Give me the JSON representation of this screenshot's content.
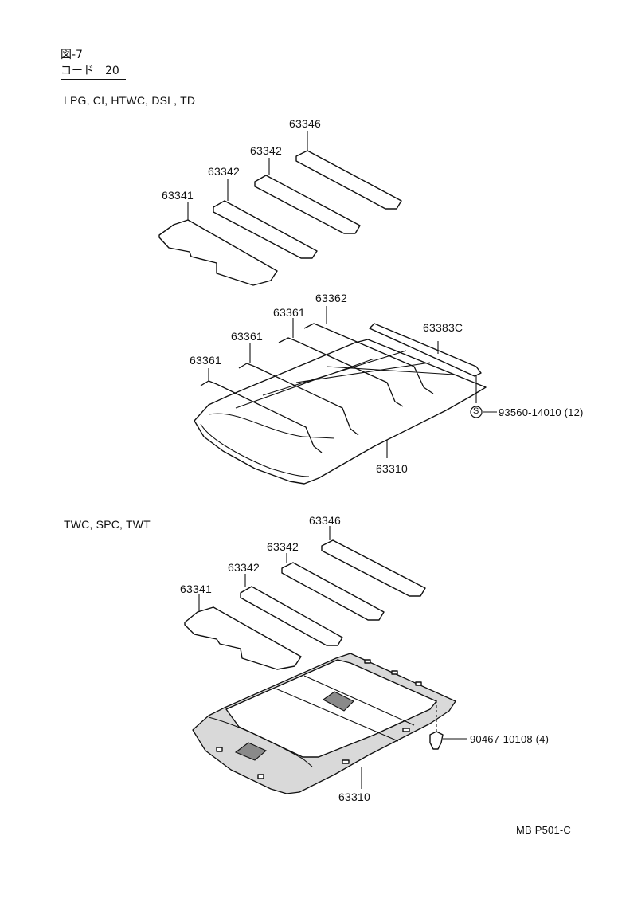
{
  "header": {
    "figure": "図-7",
    "code": "コード　20"
  },
  "section1": {
    "variants": "LPG, CI, HTWC, DSL, TD",
    "labels": {
      "p63346": "63346",
      "p63342a": "63342",
      "p63342b": "63342",
      "p63341": "63341",
      "p63362": "63362",
      "p63361a": "63361",
      "p63361b": "63361",
      "p63361c": "63361",
      "p63383c": "63383C",
      "p63310": "63310",
      "screw_symbol": "S",
      "screw": "93560-14010 (12)"
    }
  },
  "section2": {
    "variants": "TWC, SPC, TWT",
    "labels": {
      "p63346": "63346",
      "p63342a": "63342",
      "p63342b": "63342",
      "p63341": "63341",
      "p63310": "63310",
      "clip": "90467-10108 (4)"
    }
  },
  "footer": {
    "code": "MB P501-C"
  }
}
